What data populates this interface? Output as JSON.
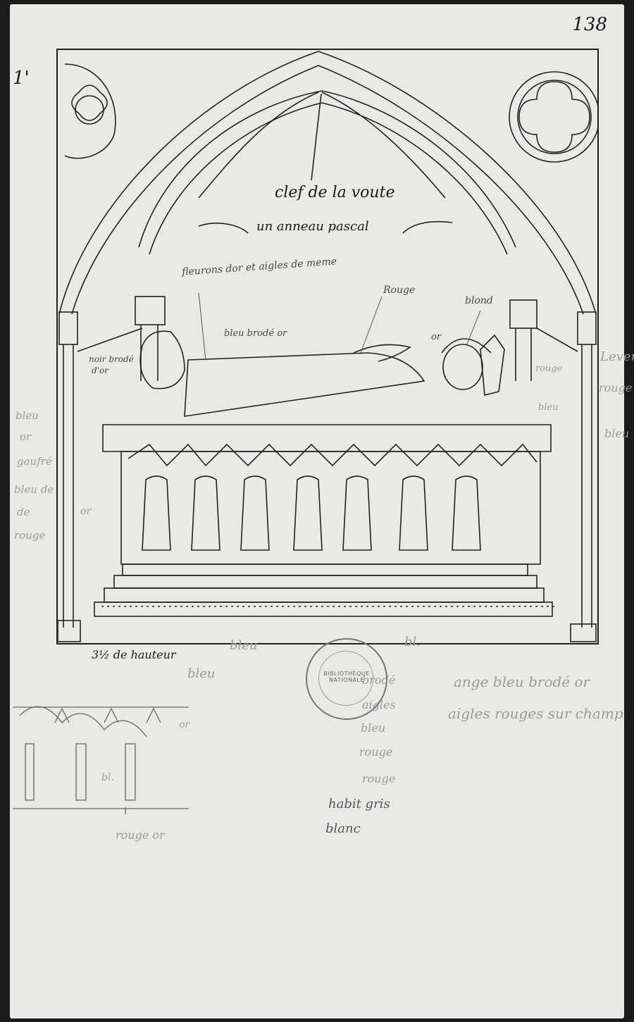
{
  "page_number": "138",
  "margin_mark": "1'",
  "labels": {
    "clef": "clef de la voute",
    "anneau": "un anneau pascal",
    "fleurons": "fleurons dor et aigles de meme",
    "rouge_top": "Rouge",
    "blond": "blond",
    "bleu_brode": "bleu brodé or",
    "or_small": "or",
    "noir_brode": "noir brodé",
    "dor": "d'or",
    "height": "3½ de hauteur"
  },
  "faint_notes": {
    "right_1": "Lever",
    "right_2": "rouge",
    "right_3": "bleu",
    "right_4": "rouge",
    "right_5": "bleu",
    "left_1": "bleu",
    "left_2": "or",
    "left_3": "gaufré",
    "left_4": "bleu de",
    "left_5": "de",
    "left_6": "rouge",
    "left_7": "or",
    "bottom_1": "bleu",
    "bottom_2": "bl.",
    "bottom_3": "bleu",
    "ange": "ange bleu brodé or",
    "aigles": "aigles rouges sur champ",
    "col_1": "brodé",
    "col_2": "aigles",
    "col_3": "bleu",
    "col_4": "rouge",
    "col_5": "rouge",
    "habit": "habit gris",
    "habit_2": "blanc",
    "sketch_1": "or",
    "sketch_2": "bl.",
    "sketch_3": "rouge or"
  },
  "stamp_text": "BIBLIOTHÈQUE NATIONALE"
}
